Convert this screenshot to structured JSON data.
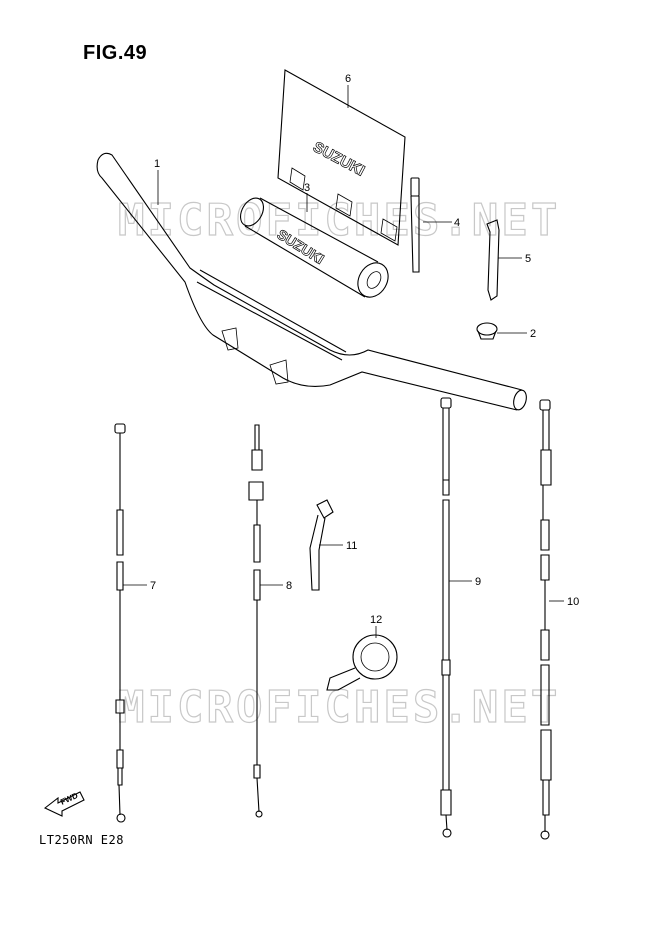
{
  "figure": {
    "title": "FIG.49",
    "model_code": "LT250RN  E28"
  },
  "watermark": "MICROFICHES.NET",
  "decal_text": "SUZUKI",
  "pad_text": "SUZUKI",
  "fwd_label": "FWD",
  "callouts": {
    "c1": "1",
    "c2": "2",
    "c3": "3",
    "c4": "4",
    "c5": "5",
    "c6": "6",
    "c7": "7",
    "c8": "8",
    "c9": "9",
    "c10": "10",
    "c11": "11",
    "c12": "12"
  }
}
